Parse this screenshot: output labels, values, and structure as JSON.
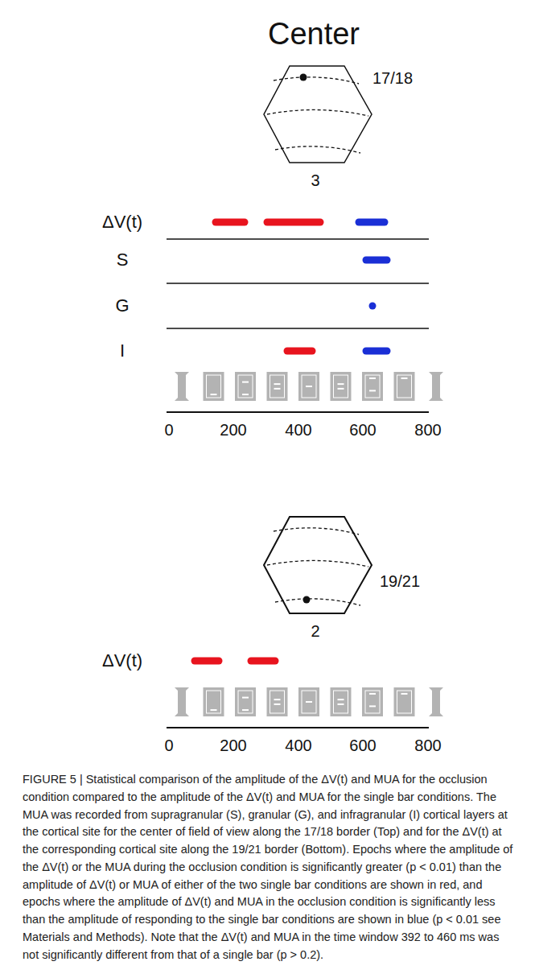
{
  "diagram": {
    "title": "Center",
    "caption": "FIGURE 5 | Statistical comparison of the amplitude of the ΔV(t) and MUA for the occlusion condition compared to the amplitude of the ΔV(t) and MUA for the single bar conditions. The MUA was recorded from supragranular (S), granular (G), and infragranular (I) cortical layers at the cortical site for the center of field of view along the 17/18 border (Top) and for the ΔV(t) at the corresponding cortical site along the 19/21 border (Bottom). Epochs where the amplitude of the ΔV(t) or the MUA during the occlusion condition is significantly greater (p < 0.01) than the amplitude of ΔV(t) or MUA of either of the two single bar conditions are shown in red, and epochs where the amplitude of ΔV(t) and MUA in the occlusion condition is significantly less than the amplitude of responding to the single bar conditions are shown in blue (p < 0.01 see Materials and Methods). Note that the ΔV(t) and MUA in the time window 392 to 460 ms was not significantly different from that of a single bar (p > 0.2).",
    "labels": [
      "17/18",
      "3",
      "ΔV(t)",
      "S",
      "G",
      "I",
      "0",
      "200",
      "400",
      "600",
      "800",
      "19/21",
      "2",
      "ΔV(t)",
      "0",
      "200",
      "400",
      "600",
      "800"
    ]
  }
}
